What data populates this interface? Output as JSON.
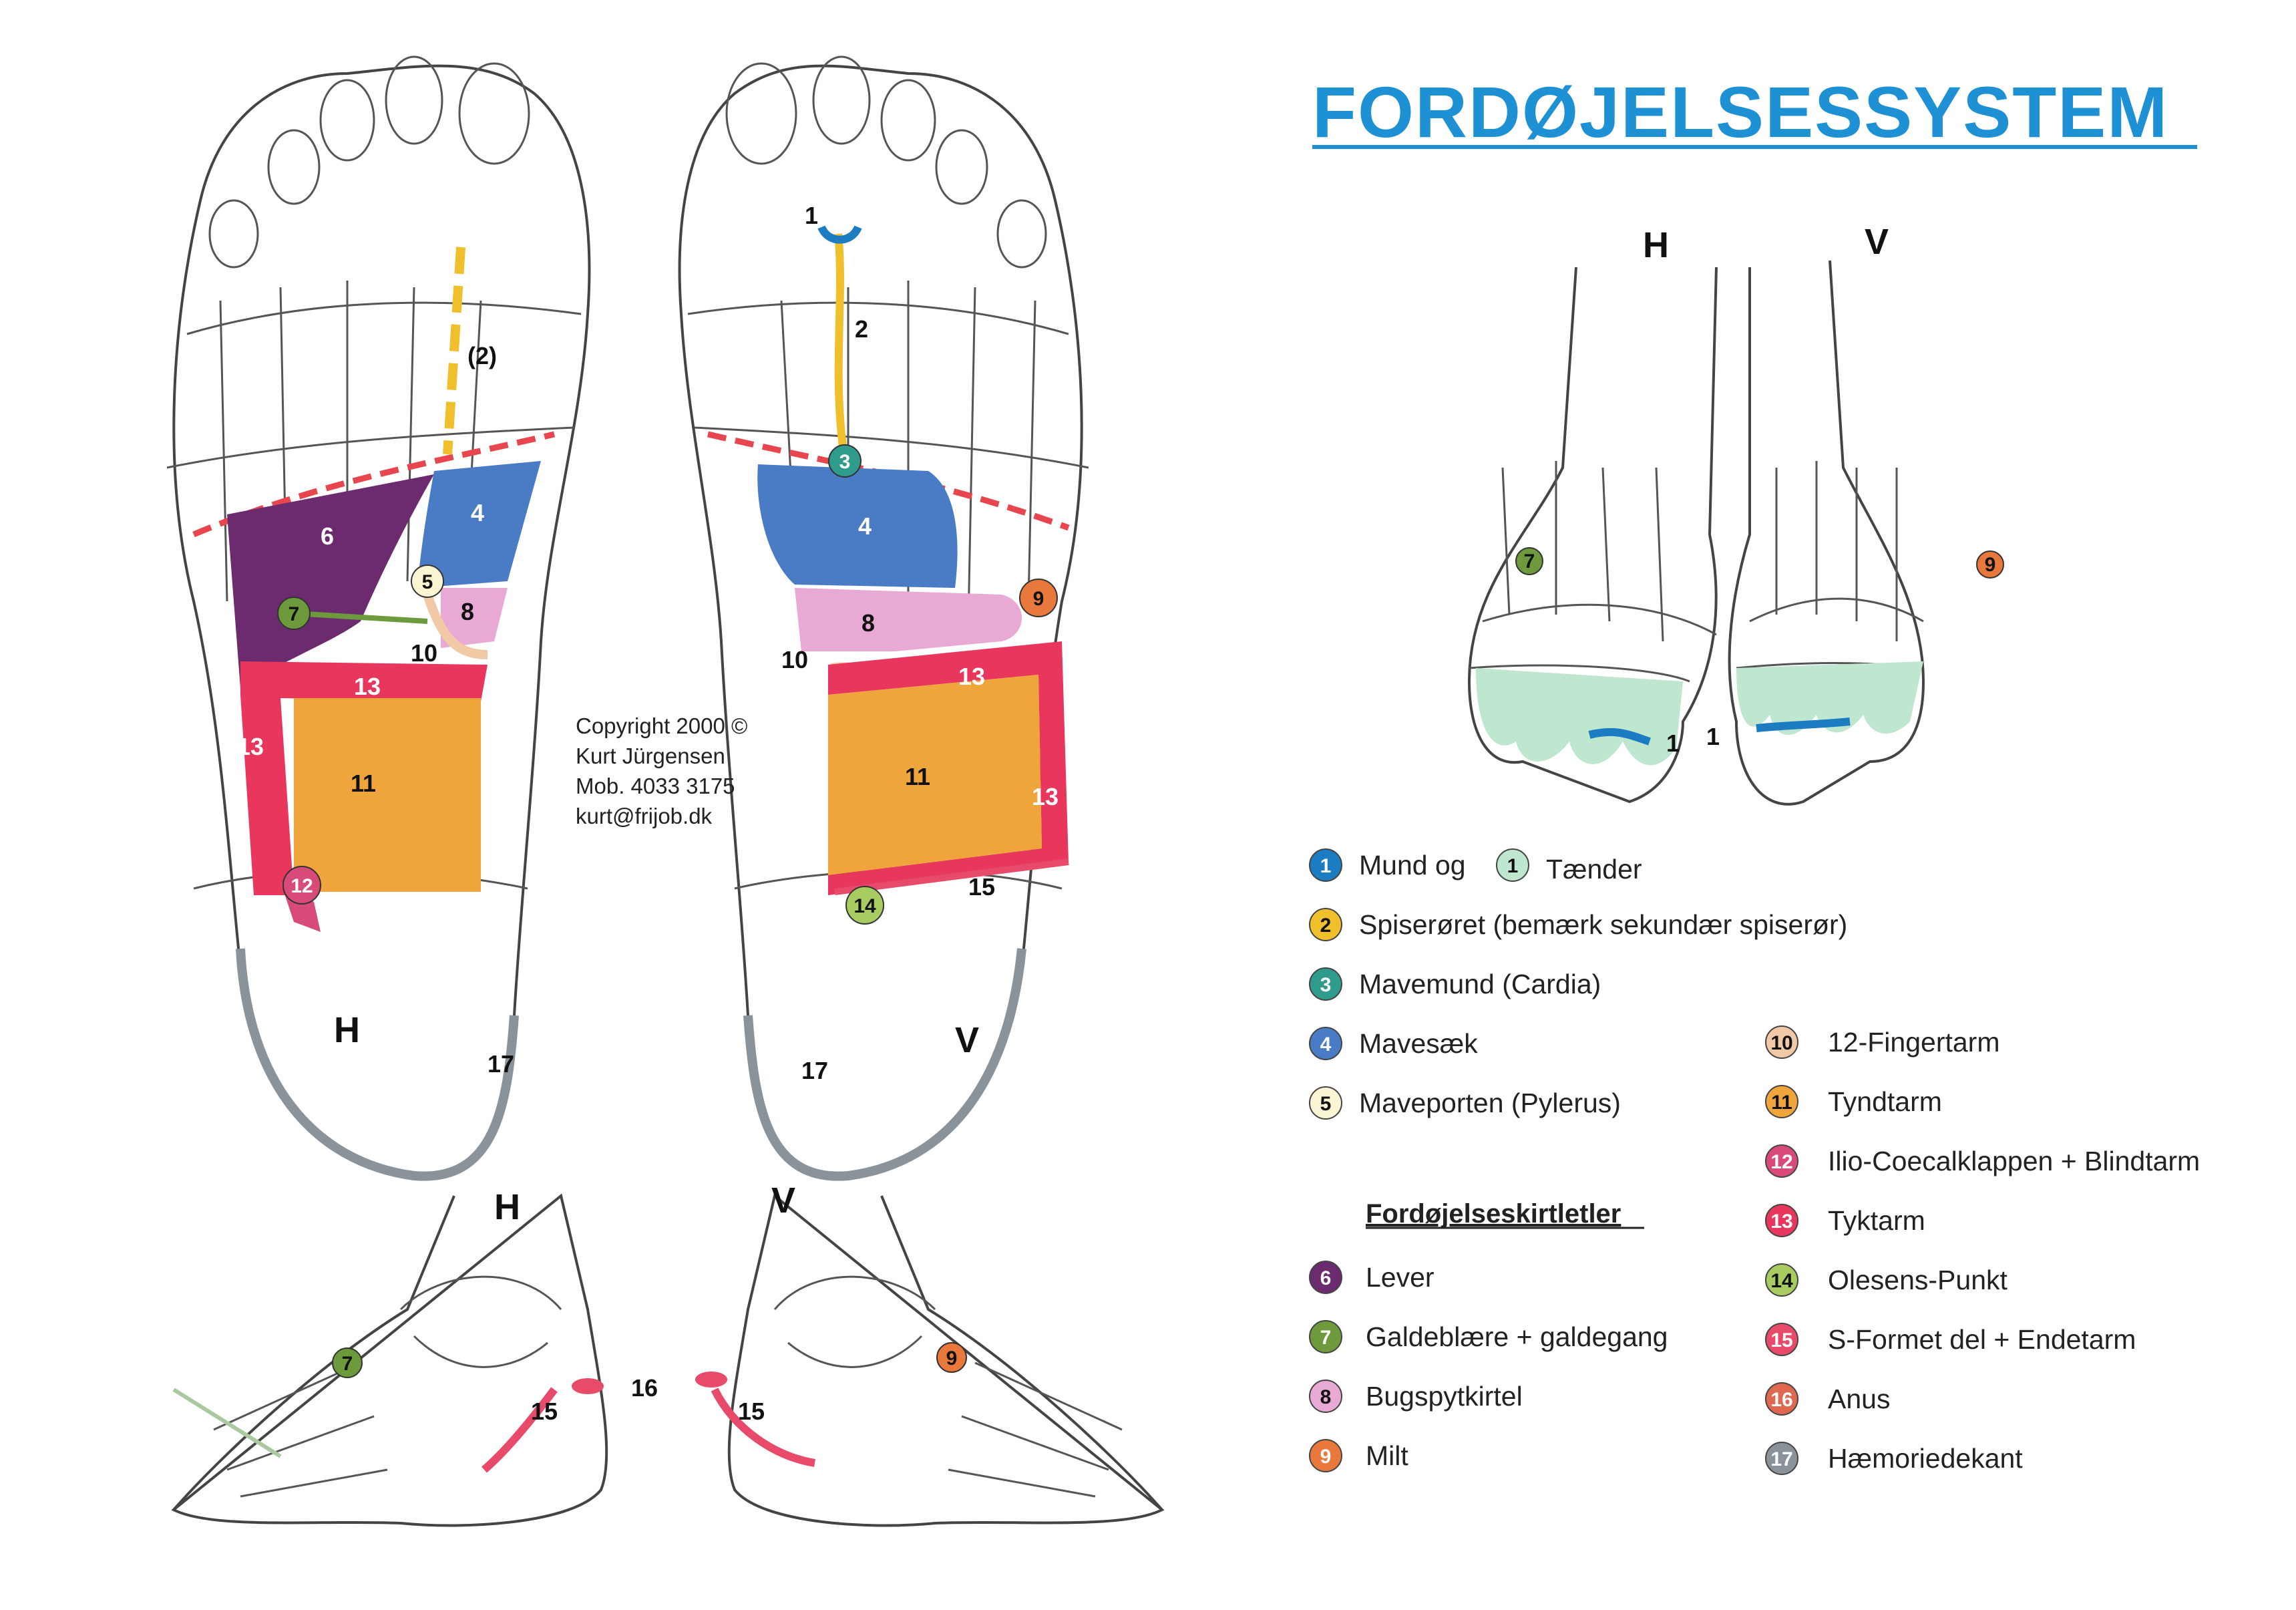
{
  "title": "FORDØJELSESSYSTEM",
  "colors": {
    "title": "#1e90d4",
    "mund": "#1c7cc2",
    "taender": "#bfe6cf",
    "spiseroer": "#f0c02c",
    "mavemund": "#2f9b8c",
    "mavesaek": "#4a7cc6",
    "maveporten": "#fbf5d4",
    "lever": "#6b2b6e",
    "galdeblaere": "#6c9a3c",
    "bugspytkirtel": "#e8a9d4",
    "milt": "#e8783c",
    "fingertarm": "#f2c9a6",
    "tyndtarm": "#f0a53c",
    "blindtarm": "#d84a78",
    "tyktarm": "#e8365c",
    "olesens": "#a6cc62",
    "endetarm": "#e84a6a",
    "anus": "#e06850",
    "haemorie": "#8a939a",
    "diaphragm": "#e8464e"
  },
  "sole_labels": {
    "H": "H",
    "V": "V",
    "n2_paren": "(2)",
    "n1": "1",
    "n2": "2",
    "n3": "3",
    "n4": "4",
    "n5": "5",
    "n6": "6",
    "n7": "7",
    "n8": "8",
    "n9": "9",
    "n10": "10",
    "n11": "11",
    "n12": "12",
    "n13": "13",
    "n14": "14",
    "n15": "15",
    "n16": "16",
    "n17": "17"
  },
  "copyright": {
    "line1": "Copyright 2000 ©",
    "line2": "Kurt Jürgensen",
    "line3": "Mob. 4033 3175",
    "line4": "kurt@frijob.dk"
  },
  "legend": {
    "left": [
      {
        "num": "1",
        "label": "Mund og",
        "color_key": "mund",
        "num2": "1",
        "label2": "Tænder",
        "color_key2": "taender"
      },
      {
        "num": "2",
        "label": "Spiserøret (bemærk sekundær spiserør)",
        "color_key": "spiseroer"
      },
      {
        "num": "3",
        "label": "Mavemund (Cardia)",
        "color_key": "mavemund"
      },
      {
        "num": "4",
        "label": "Mavesæk",
        "color_key": "mavesaek"
      },
      {
        "num": "5",
        "label": "Maveporten (Pylerus)",
        "color_key": "maveporten"
      }
    ],
    "glands_heading": "Fordøjelseskirtletler",
    "glands": [
      {
        "num": "6",
        "label": "Lever",
        "color_key": "lever"
      },
      {
        "num": "7",
        "label": "Galdeblære + galdegang",
        "color_key": "galdeblaere"
      },
      {
        "num": "8",
        "label": "Bugspytkirtel",
        "color_key": "bugspytkirtel"
      },
      {
        "num": "9",
        "label": "Milt",
        "color_key": "milt"
      }
    ],
    "right": [
      {
        "num": "10",
        "label": "12-Fingertarm",
        "color_key": "fingertarm"
      },
      {
        "num": "11",
        "label": "Tyndtarm",
        "color_key": "tyndtarm"
      },
      {
        "num": "12",
        "label": "Ilio-Coecalklappen + Blindtarm",
        "color_key": "blindtarm"
      },
      {
        "num": "13",
        "label": "Tyktarm",
        "color_key": "tyktarm"
      },
      {
        "num": "14",
        "label": "Olesens-Punkt",
        "color_key": "olesens"
      },
      {
        "num": "15",
        "label": "S-Formet del + Endetarm",
        "color_key": "endetarm"
      },
      {
        "num": "16",
        "label": "Anus",
        "color_key": "anus"
      },
      {
        "num": "17",
        "label": "Hæmoriedekant",
        "color_key": "haemorie"
      }
    ]
  }
}
